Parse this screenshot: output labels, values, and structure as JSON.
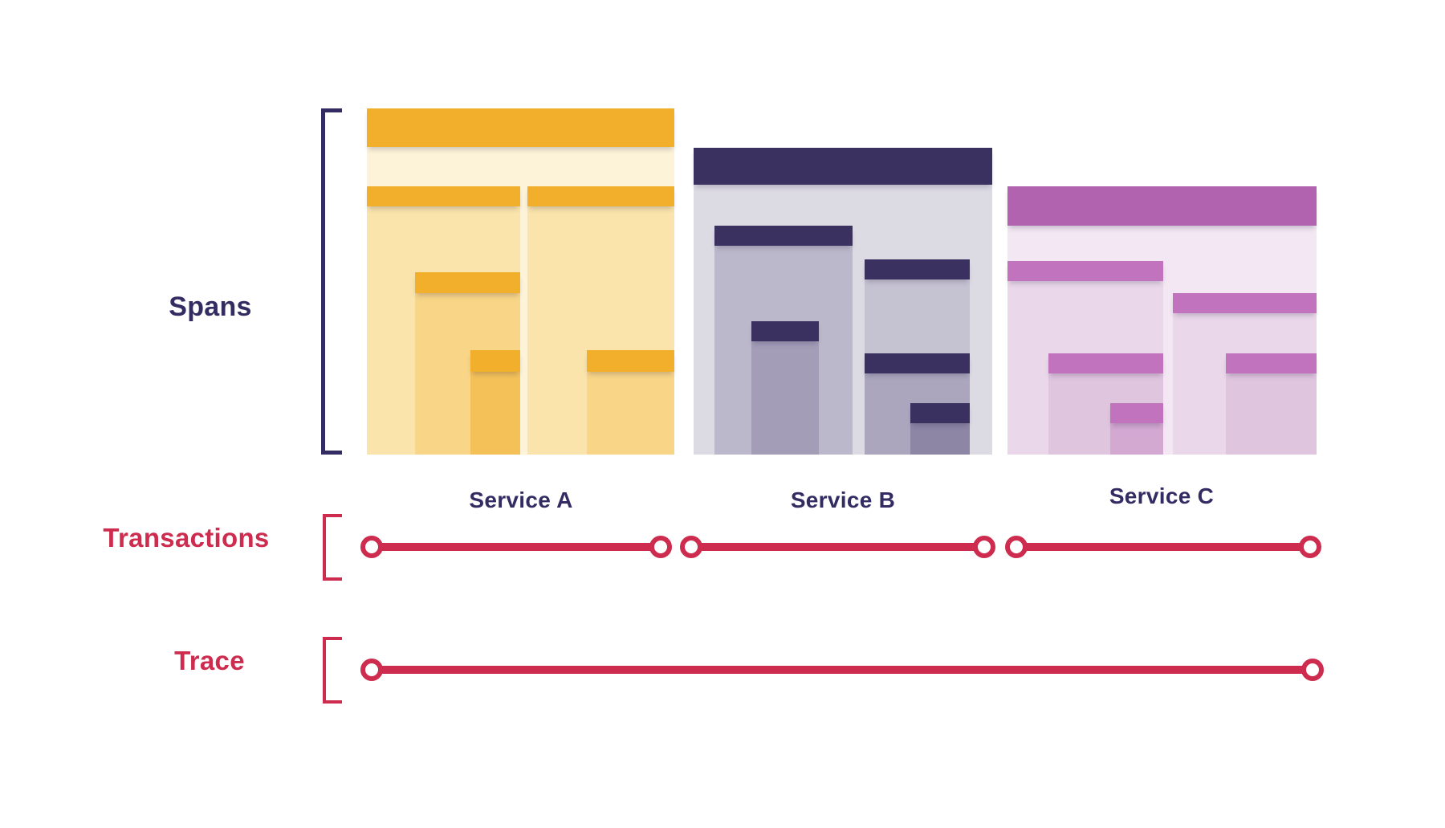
{
  "diagram": {
    "row_labels": {
      "spans": "Spans",
      "transactions": "Transactions",
      "trace": "Trace"
    },
    "services": [
      {
        "name": "Service A",
        "accent_color": "#F1AF2B",
        "span_count": 6,
        "transaction_count": 1
      },
      {
        "name": "Service B",
        "accent_color": "#3A3161",
        "span_count": 6,
        "transaction_count": 1
      },
      {
        "name": "Service C",
        "accent_color": "#B263AF",
        "span_count": 6,
        "transaction_count": 1
      }
    ],
    "trace": {
      "count": 1,
      "color": "#CE2C4E"
    },
    "colors": {
      "spans_label": "#332C63",
      "transactions_label": "#CE2C4E",
      "trace_label": "#CE2C4E",
      "timeline": "#CE2C4E",
      "background": "#FFFFFF"
    }
  }
}
